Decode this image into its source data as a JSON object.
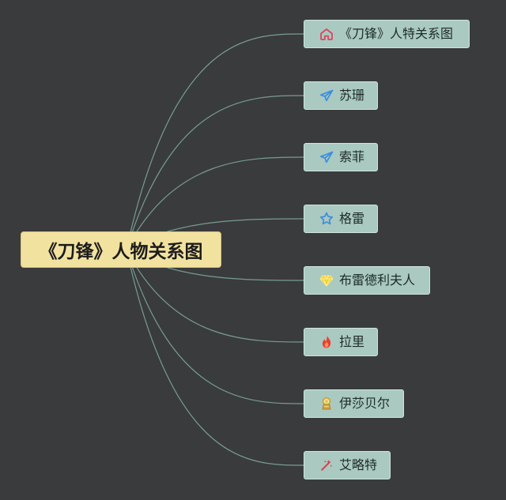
{
  "root": {
    "title": "《刀锋》人物关系图"
  },
  "nodes": [
    {
      "label": "《刀锋》人特关系图",
      "icon": "home-icon",
      "color": "#d8485f"
    },
    {
      "label": "苏珊",
      "icon": "paper-plane-icon",
      "color": "#3d8dde"
    },
    {
      "label": "索菲",
      "icon": "paper-plane-icon",
      "color": "#3d8dde"
    },
    {
      "label": "格雷",
      "icon": "star-icon",
      "color": "#3d8dde"
    },
    {
      "label": "布雷德利夫人",
      "icon": "diamond-icon",
      "color": "#f3d33a"
    },
    {
      "label": "拉里",
      "icon": "fire-icon",
      "color": "#ea3d2d"
    },
    {
      "label": "伊莎贝尔",
      "icon": "badge-icon",
      "color": "#d4a73a"
    },
    {
      "label": "艾略特",
      "icon": "magic-wand-icon",
      "color": "#df3b47"
    }
  ],
  "theme": {
    "background": "#3a3b3c",
    "root_fill": "#f2e2a0",
    "node_fill": "#a9c9c1",
    "line_color": "#7ea79a"
  }
}
